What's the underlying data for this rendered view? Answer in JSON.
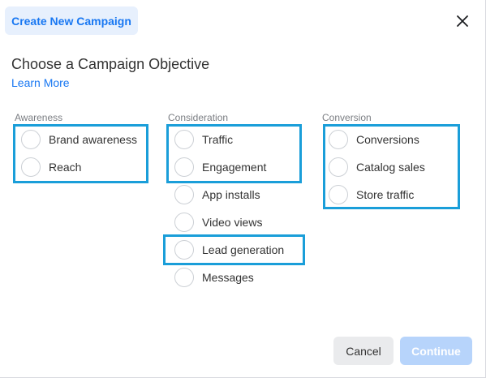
{
  "header": {
    "tab_label": "Create New Campaign",
    "close_symbol": "✕",
    "close_icon": "close-icon"
  },
  "main": {
    "title": "Choose a Campaign Objective",
    "learn_more": "Learn More"
  },
  "groups": [
    {
      "label": "Awareness",
      "options": [
        "Brand awareness",
        "Reach"
      ]
    },
    {
      "label": "Consideration",
      "options": [
        "Traffic",
        "Engagement",
        "App installs",
        "Video views",
        "Lead generation",
        "Messages"
      ]
    },
    {
      "label": "Conversion",
      "options": [
        "Conversions",
        "Catalog sales",
        "Store traffic"
      ]
    }
  ],
  "footer": {
    "cancel_label": "Cancel",
    "continue_label": "Continue"
  },
  "colors": {
    "accent": "#1877f2",
    "highlight_box": "#1a9ed9",
    "continue_disabled": "#b7d4fb"
  }
}
